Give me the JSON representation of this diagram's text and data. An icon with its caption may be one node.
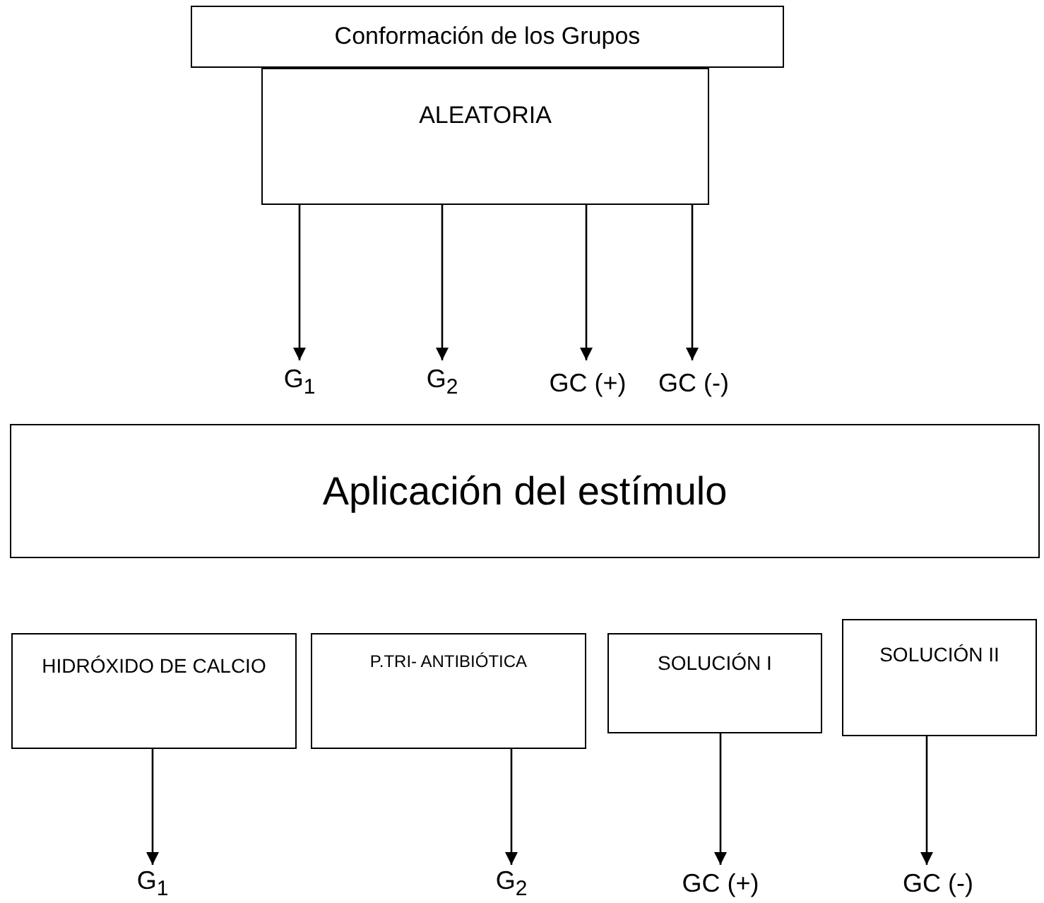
{
  "diagram": {
    "nodes": [
      {
        "text": [
          "Conformación de los Grupos"
        ]
      },
      {
        "text": [
          "ALEATORIA"
        ]
      },
      {
        "text": [
          "G$_{1}$"
        ]
      },
      {
        "text": [
          "G$_{2}$"
        ]
      },
      {
        "text": [
          "GC (+)"
        ]
      },
      {
        "text": [
          "GC (-)"
        ]
      },
      {
        "text": [
          "Aplicación del estímulo"
        ]
      },
      {
        "text": [
          "HIDRÓXIDO DE CALCIO"
        ]
      },
      {
        "text": [
          "P.TRI- ANTIBIÓTICA"
        ]
      },
      {
        "text": [
          "SOLUCIÓN I"
        ]
      },
      {
        "text": [
          "SOLUCIÓN II"
        ]
      },
      {
        "text": [
          "G$_{1}$"
        ]
      },
      {
        "text": [
          "G$_{2}$"
        ]
      },
      {
        "text": [
          "GC (+)"
        ]
      },
      {
        "text": [
          "GC (-)"
        ]
      }
    ],
    "edges": [
      {
        "from": 1,
        "to": 2,
        "arrow": "to"
      },
      {
        "from": 1,
        "to": 3,
        "arrow": "to"
      },
      {
        "from": 1,
        "to": 4,
        "arrow": "to"
      },
      {
        "from": 1,
        "to": 5,
        "arrow": "to"
      },
      {
        "from": 7,
        "to": 11,
        "arrow": "to"
      },
      {
        "from": 8,
        "to": 12,
        "arrow": "to"
      },
      {
        "from": 9,
        "to": 13,
        "arrow": "to"
      },
      {
        "from": 10,
        "to": 14,
        "arrow": "to"
      }
    ]
  }
}
